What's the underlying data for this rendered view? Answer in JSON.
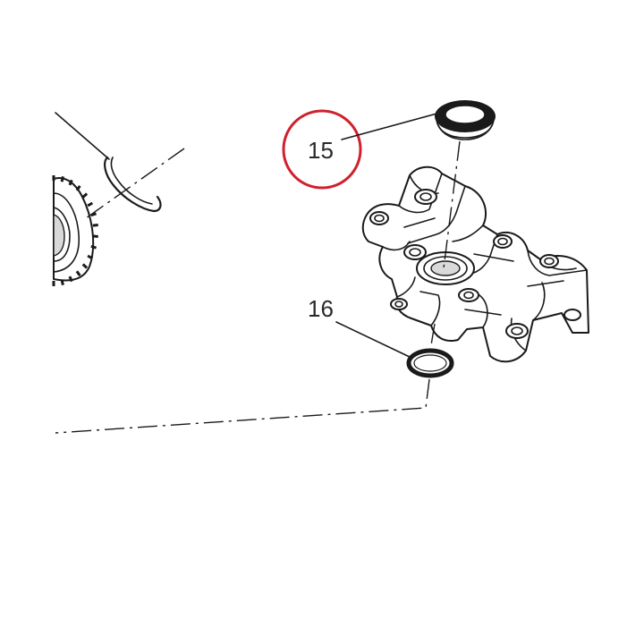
{
  "callouts": [
    {
      "id": "15",
      "label": "15",
      "highlighted": true
    },
    {
      "id": "16",
      "label": "16",
      "highlighted": false
    }
  ],
  "colors": {
    "highlight": "#d0202e",
    "line": "#1a1a1a",
    "text": "#2a2a2a",
    "background": "#ffffff"
  }
}
